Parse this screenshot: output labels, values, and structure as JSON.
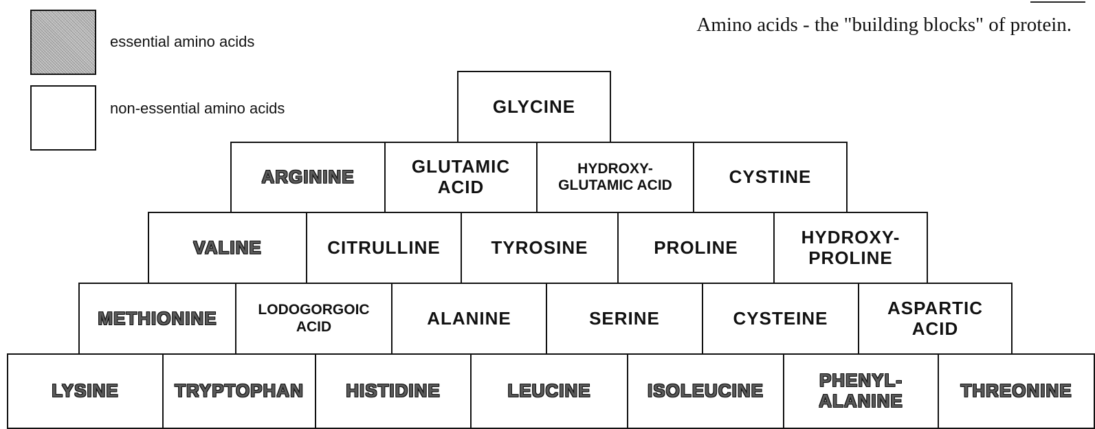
{
  "title": "Amino acids - the \"building blocks\" of protein.",
  "legend": [
    {
      "key": "essential",
      "label": "essential amino acids"
    },
    {
      "key": "non-essential",
      "label": "non-essential amino acids"
    }
  ],
  "rows": [
    [
      {
        "name": "GLYCINE",
        "essential": false
      }
    ],
    [
      {
        "name": "ARGININE",
        "essential": true
      },
      {
        "name": "GLUTAMIC\nACID",
        "essential": false
      },
      {
        "name": "HYDROXY-\nGLUTAMIC ACID",
        "essential": false
      },
      {
        "name": "CYSTINE",
        "essential": false
      }
    ],
    [
      {
        "name": "VALINE",
        "essential": true
      },
      {
        "name": "CITRULLINE",
        "essential": false
      },
      {
        "name": "TYROSINE",
        "essential": false
      },
      {
        "name": "PROLINE",
        "essential": false
      },
      {
        "name": "HYDROXY-\nPROLINE",
        "essential": false
      }
    ],
    [
      {
        "name": "METHIONINE",
        "essential": true
      },
      {
        "name": "LODOGORGOIC\nACID",
        "essential": false
      },
      {
        "name": "ALANINE",
        "essential": false
      },
      {
        "name": "SERINE",
        "essential": false
      },
      {
        "name": "CYSTEINE",
        "essential": false
      },
      {
        "name": "ASPARTIC\nACID",
        "essential": false
      }
    ],
    [
      {
        "name": "LYSINE",
        "essential": true
      },
      {
        "name": "TRYPTOPHAN",
        "essential": true
      },
      {
        "name": "HISTIDINE",
        "essential": true
      },
      {
        "name": "LEUCINE",
        "essential": true
      },
      {
        "name": "ISOLEUCINE",
        "essential": true
      },
      {
        "name": "PHENYL-\nALANINE",
        "essential": true
      },
      {
        "name": "THREONINE",
        "essential": true
      }
    ]
  ]
}
